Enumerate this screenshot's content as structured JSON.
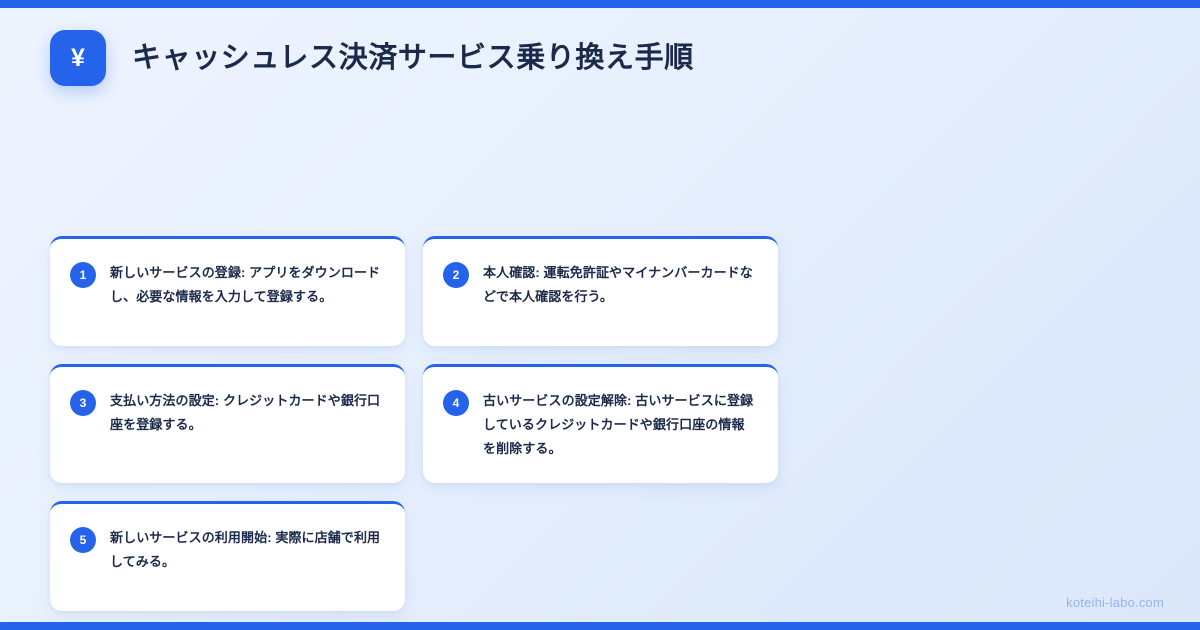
{
  "header": {
    "title": "キャッシュレス決済サービス乗り換え手順",
    "badge_icon": "yen-icon",
    "badge_glyph": "¥"
  },
  "steps": [
    {
      "number": "1",
      "text": "新しいサービスの登録: アプリをダウンロードし、必要な情報を入力して登録する。"
    },
    {
      "number": "2",
      "text": "本人確認: 運転免許証やマイナンバーカードなどで本人確認を行う。"
    },
    {
      "number": "3",
      "text": "支払い方法の設定: クレジットカードや銀行口座を登録する。"
    },
    {
      "number": "4",
      "text": "古いサービスの設定解除: 古いサービスに登録しているクレジットカードや銀行口座の情報を削除する。"
    },
    {
      "number": "5",
      "text": "新しいサービスの利用開始: 実際に店舗で利用してみる。"
    }
  ],
  "footer": {
    "site": "koteihi-labo.com"
  },
  "colors": {
    "accent": "#2563eb",
    "title_text": "#1b2a4a",
    "card_background": "#ffffff",
    "background_light": "#eef4fe",
    "background_deep": "#dce8fa",
    "footer_text": "#93b4f2"
  }
}
